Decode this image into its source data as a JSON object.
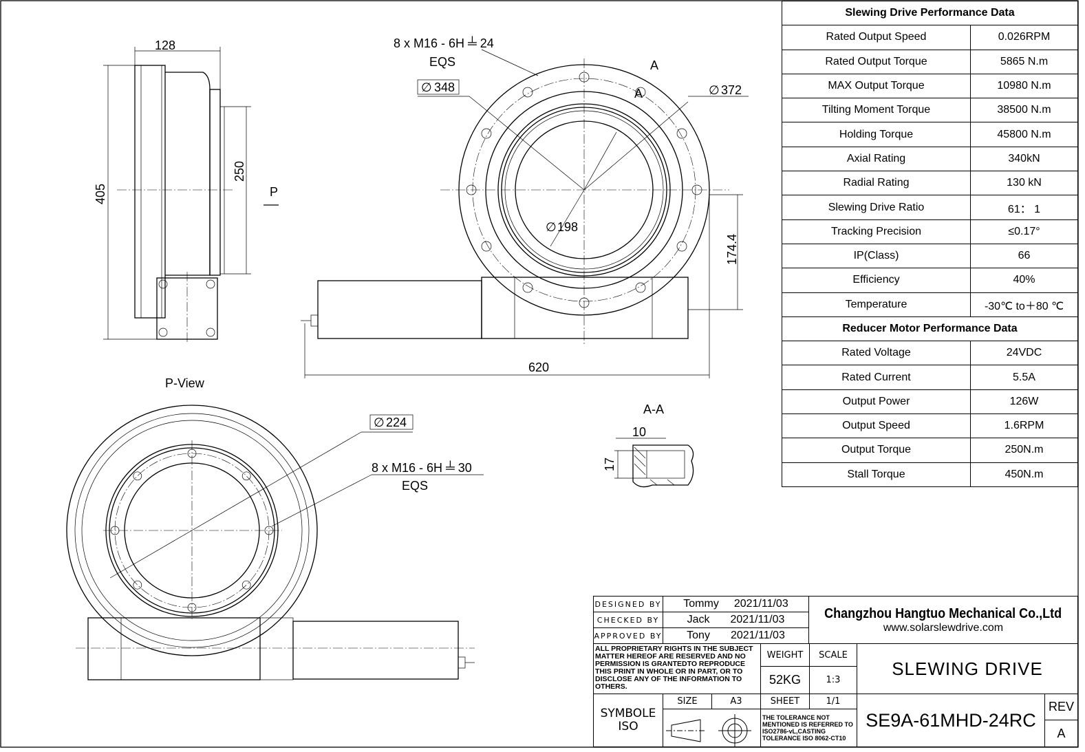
{
  "drawing": {
    "views": {
      "p_view": "P-View",
      "section": "A-A",
      "arrow_p": "P",
      "section_mark": "A"
    },
    "dims": {
      "d128": "128",
      "d405": "405",
      "d250": "250",
      "d620": "620",
      "d174": "174.4",
      "d348": "348",
      "d372": "372",
      "d198": "198",
      "d224": "224",
      "d10": "10",
      "d17": "17",
      "hole_spec_top": "8 x  M16 - 6H ╧ 24",
      "eqs_top": "EQS",
      "hole_spec_bottom": "8 x  M16 - 6H ╧ 30",
      "eqs_bottom": "EQS",
      "dia_symbol": "∅"
    }
  },
  "slewing_table": {
    "title": "Slewing Drive Performance Data",
    "rows": [
      [
        "Rated Output Speed",
        "0.026RPM"
      ],
      [
        "Rated Output Torque",
        "5865 N.m"
      ],
      [
        "MAX Output Torque",
        "10980 N.m"
      ],
      [
        "Tilting Moment Torque",
        "38500 N.m"
      ],
      [
        "Holding Torque",
        "45800 N.m"
      ],
      [
        "Axial Rating",
        "340kN"
      ],
      [
        "Radial Rating",
        "130 kN"
      ],
      [
        "Slewing Drive Ratio",
        "61： 1"
      ],
      [
        "Tracking Precision",
        "≤0.17°"
      ],
      [
        "IP(Class)",
        "66"
      ],
      [
        "Efficiency",
        "40%"
      ],
      [
        "Temperature",
        "-30℃ to＋80  ℃"
      ]
    ]
  },
  "motor_table": {
    "title": "Reducer Motor Performance Data",
    "rows": [
      [
        "Rated Voltage",
        "24VDC"
      ],
      [
        "Rated Current",
        "5.5A"
      ],
      [
        "Output Power",
        "126W"
      ],
      [
        "Output Speed",
        "1.6RPM"
      ],
      [
        "Output Torque",
        "250N.m"
      ],
      [
        "Stall Torque",
        "450N.m"
      ]
    ]
  },
  "title_block": {
    "designed_label": "DESIGNED  BY",
    "designed_name": "Tommy",
    "designed_date": "2021/11/03",
    "checked_label": "CHECKED  BY",
    "checked_name": "Jack",
    "checked_date": "2021/11/03",
    "approved_label": "APPROVED  BY",
    "approved_name": "Tony",
    "approved_date": "2021/11/03",
    "company": "Changzhou Hangtuo Mechanical Co.,Ltd",
    "website": "www.solarslewdrive.com",
    "rights": "ALL PROPRIETARY RIGHTS IN THE SUBJECT MATTER HEREOF ARE RESERVED AND NO PERMISSION IS GRANTEDTO REPRODUCE THIS PRINT IN WHOLE OR IN PART, OR TO DISCLOSE ANY OF THE INFORMATION TO OTHERS.",
    "weight_label": "WEIGHT",
    "weight": "52KG",
    "scale_label": "SCALE",
    "scale": "1:3",
    "product": "SLEWING DRIVE",
    "symbol_label": "SYMBOLE",
    "iso_label": "ISO",
    "size_label": "SIZE",
    "size": "A3",
    "sheet_label": "SHEET",
    "sheet": "1/1",
    "tolerance": "THE TOLERANCE NOT MENTIONED IS REFERRED TO ISO2786-vL,CASTING TOLERANCE ISO 8062-CT10",
    "part_number": "SE9A-61MHD-24RC",
    "rev_label": "REV",
    "rev": "A"
  }
}
